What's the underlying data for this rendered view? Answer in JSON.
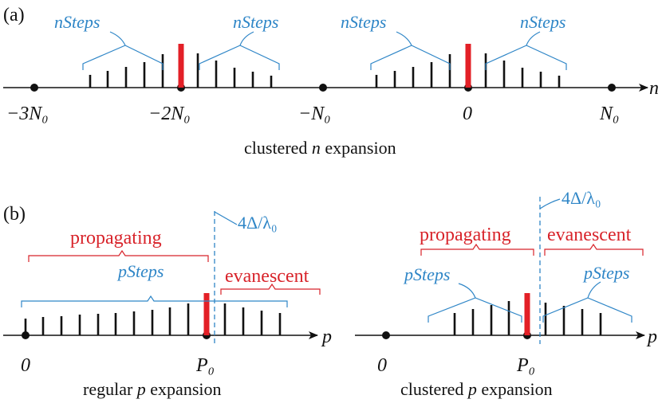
{
  "panel_a": {
    "label": "(a)",
    "steps_label": "nSteps",
    "axis_var": "n",
    "ticks": [
      "−3N₀",
      "−2N₀",
      "−N₀",
      "0",
      "N₀"
    ],
    "caption_pre": "clustered ",
    "caption_var": "n",
    "caption_post": " expansion"
  },
  "panel_b": {
    "label": "(b)",
    "marker": "4Δ/λ₀",
    "propagating": "propagating",
    "evanescent": "evanescent",
    "steps_label": "pSteps",
    "axis_var": "p",
    "origin": "0",
    "point": "P₀",
    "left_caption_pre": "regular ",
    "right_caption_pre": "clustered ",
    "caption_var": "p",
    "caption_post": " expansion"
  },
  "colors": {
    "peak": "#e32027",
    "brace": "#2f86c7",
    "region": "#d8232a"
  }
}
